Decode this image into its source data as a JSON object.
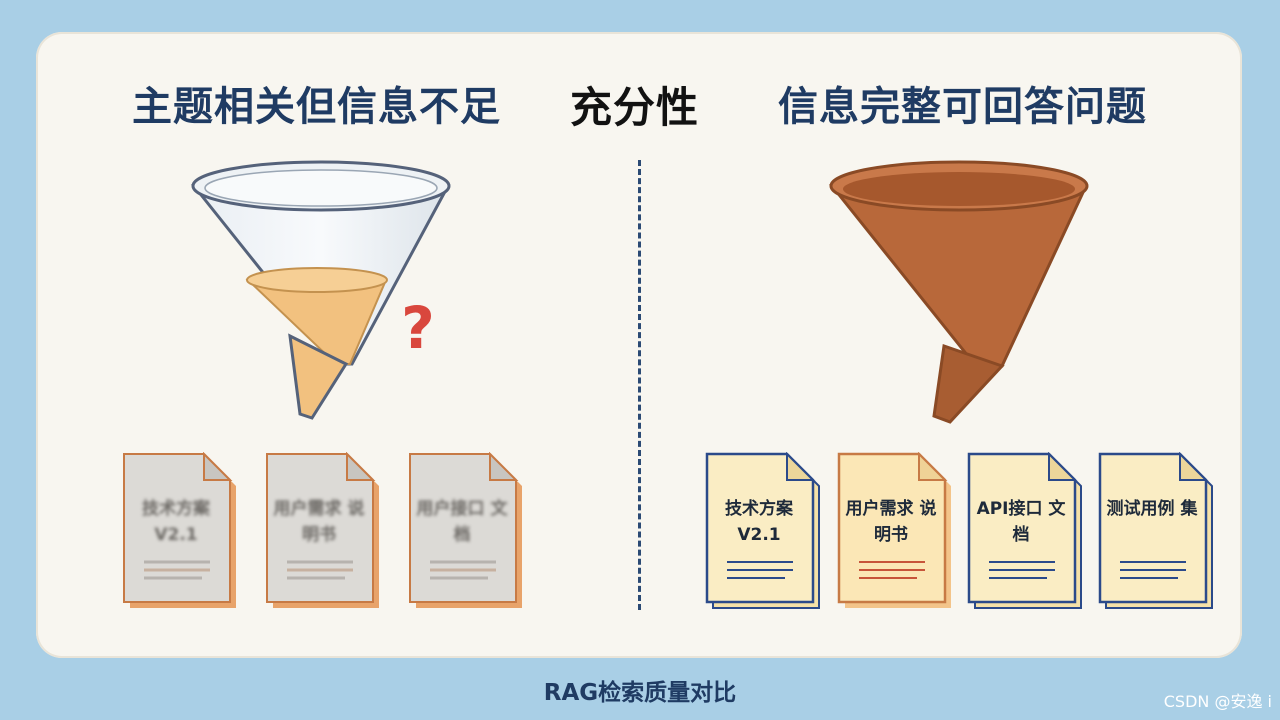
{
  "left_title": "主题相关但信息不足",
  "center_title": "充分性",
  "right_title": "信息完整可回答问题",
  "question_mark": "?",
  "left_docs": [
    "技术方案 V2.1",
    "用户需求 说明书",
    "用户接口 文档"
  ],
  "right_docs": [
    "技术方案 V2.1",
    "用户需求 说明书",
    "API接口 文档",
    "测试用例 集"
  ],
  "footer": "RAG检索质量对比",
  "watermark": "CSDN @安逸 i",
  "colors": {
    "background": "#a9cfe6",
    "card": "#f8f6f0",
    "title": "#1f3b63",
    "funnel_full": "#b8683a",
    "liquid": "#f2c17f",
    "question": "#d9473d"
  }
}
